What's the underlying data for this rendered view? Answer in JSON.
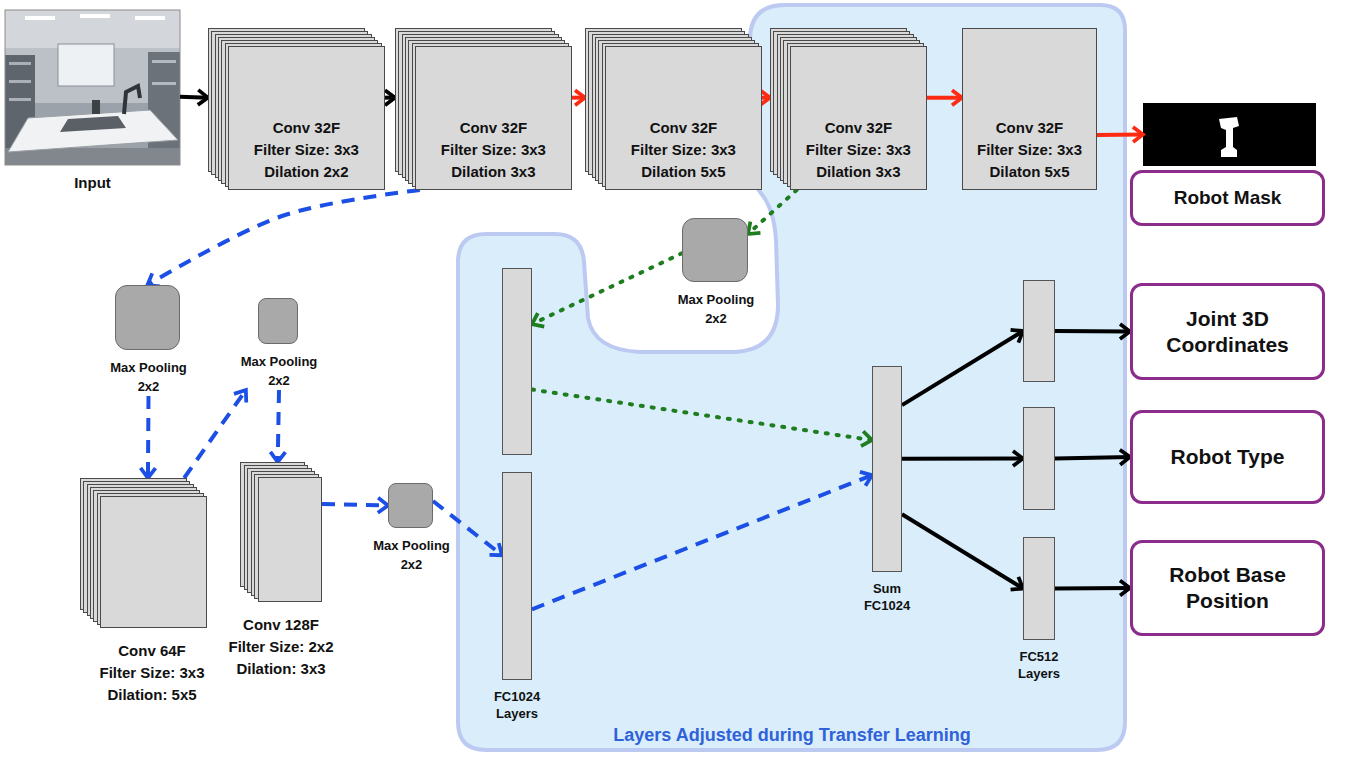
{
  "diagram": {
    "nodes": [
      {
        "text": [
          "Input"
        ]
      },
      {
        "text": [
          "Conv 32F",
          "Filter Size: 3x3",
          "Dilation 2x2"
        ]
      },
      {
        "text": [
          "Conv 32F",
          "Filter Size: 3x3",
          "Dilation 3x3"
        ]
      },
      {
        "text": [
          "Conv 32F",
          "Filter Size: 3x3",
          "Dilation 5x5"
        ]
      },
      {
        "text": [
          "Layers Adjusted during Transfer Learning"
        ]
      },
      {
        "text": [
          "Conv 32F",
          "Filter Size: 3x3",
          "Dilation 3x3"
        ],
        "in": 4
      },
      {
        "text": [
          "Conv 32F",
          "Filter Size: 3x3",
          "Dilaton 5x5"
        ],
        "in": 4
      },
      {
        "text": [
          "Robot Mask"
        ]
      },
      {
        "text": [
          "Max Pooling 2x2"
        ]
      },
      {
        "text": [
          "Max Pooling 2x2"
        ]
      },
      {
        "text": [
          "Max Pooling 2x2"
        ]
      },
      {
        "text": [
          "Conv 64F",
          "Filter Size: 3x3",
          "Dilation: 5x5"
        ]
      },
      {
        "text": [
          "Conv 128F",
          "Filter Size: 2x2",
          "Dilation: 3x3"
        ]
      },
      {
        "text": [
          "Max Pooling 2x2"
        ]
      },
      {
        "text": [
          "FC1024 Layers"
        ],
        "in": 4
      },
      {
        "text": [
          "Sum FC1024"
        ],
        "in": 4
      },
      {
        "text": [
          "FC512 Layers"
        ],
        "in": 4
      },
      {
        "text": [
          "Joint 3D Coordinates"
        ]
      },
      {
        "text": [
          "Robot Type"
        ]
      },
      {
        "text": [
          "Robot Base Position"
        ]
      }
    ],
    "edges": [
      {
        "from": 0,
        "to": 1,
        "arrow": "to"
      },
      {
        "from": 1,
        "to": 2,
        "arrow": "to"
      },
      {
        "from": 2,
        "to": 3,
        "arrow": "to"
      },
      {
        "from": 3,
        "to": 5,
        "arrow": "to"
      },
      {
        "from": 5,
        "to": 6,
        "arrow": "to"
      },
      {
        "from": 6,
        "to": 7,
        "arrow": "to"
      },
      {
        "from": 2,
        "to": 8,
        "arrow": "to"
      },
      {
        "from": 8,
        "to": 11,
        "arrow": "to"
      },
      {
        "from": 11,
        "to": 9,
        "arrow": "to"
      },
      {
        "from": 9,
        "to": 12,
        "arrow": "to"
      },
      {
        "from": 12,
        "to": 13,
        "arrow": "to"
      },
      {
        "from": 13,
        "to": 14,
        "arrow": "to"
      },
      {
        "from": 5,
        "to": 10,
        "arrow": "to"
      },
      {
        "from": 10,
        "to": 14,
        "arrow": "to"
      },
      {
        "from": 14,
        "to": 15,
        "arrow": "to"
      },
      {
        "from": 14,
        "to": 15,
        "arrow": "to"
      },
      {
        "from": 15,
        "to": 16,
        "arrow": "to"
      },
      {
        "from": 15,
        "to": 16,
        "arrow": "to"
      },
      {
        "from": 15,
        "to": 16,
        "arrow": "to"
      },
      {
        "from": 16,
        "to": 17,
        "arrow": "to"
      },
      {
        "from": 16,
        "to": 18,
        "arrow": "to"
      },
      {
        "from": 16,
        "to": 19,
        "arrow": "to"
      }
    ]
  }
}
